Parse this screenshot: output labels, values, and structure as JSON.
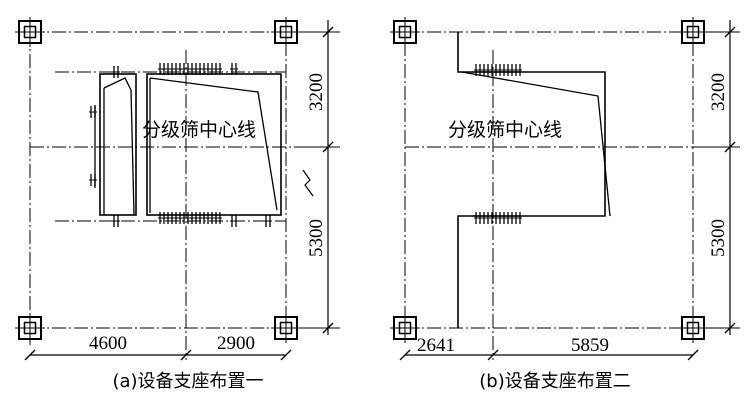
{
  "figure_a": {
    "caption": "(a)设备支座布置一",
    "center_label": "分级筛中心线",
    "dim_top": "3200",
    "dim_bottom": "5300",
    "dim_left": "4600",
    "dim_right": "2900"
  },
  "figure_b": {
    "caption": "(b)设备支座布置二",
    "center_label": "分级筛中心线",
    "dim_top": "3200",
    "dim_bottom": "5300",
    "dim_left": "2641",
    "dim_right": "5859"
  },
  "colors": {
    "line": "#000000",
    "background": "#ffffff"
  },
  "icons": [
    "column-symbol",
    "support-symbol",
    "dimension-arrow",
    "break-symbol"
  ]
}
